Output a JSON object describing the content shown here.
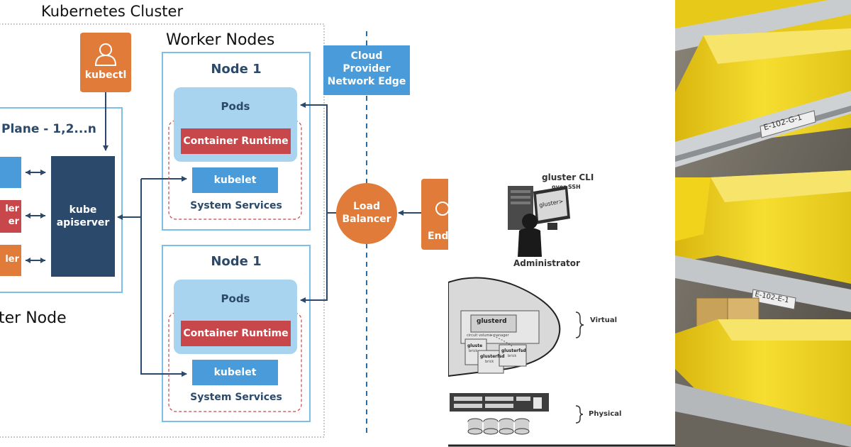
{
  "k8s": {
    "cluster_title": "Kubernetes Cluster",
    "worker_nodes_title": "Worker Nodes",
    "control_plane_title": "Plane - 1,2...n",
    "master_node_label": "ter Node",
    "kubectl_label": "kubectl",
    "apiserver_label_1": "kube",
    "apiserver_label_2": "apiserver",
    "cp_item_2_line1": "ler",
    "cp_item_2_line2": "er",
    "cp_item_3": "ler",
    "cloud_edge_line1": "Cloud",
    "cloud_edge_line2": "Provider",
    "cloud_edge_line3": "Network Edge",
    "load_balancer_line1": "Load",
    "load_balancer_line2": "Balancer",
    "end_user_label": "End",
    "nodes": [
      {
        "title": "Node 1",
        "pods": "Pods",
        "runtime": "Container Runtime",
        "kubelet": "kubelet",
        "services": "System Services"
      },
      {
        "title": "Node 1",
        "pods": "Pods",
        "runtime": "Container Runtime",
        "kubelet": "kubelet",
        "services": "System Services"
      }
    ],
    "colors": {
      "orange": "#e07b39",
      "navy": "#2b4a6b",
      "light_blue": "#a8d4ef",
      "blue": "#4a9bd9",
      "red": "#c8474a",
      "outline": "#7bbfe6"
    }
  },
  "gluster": {
    "cli_line1": "gluster CLI",
    "cli_line2": "over SSH",
    "terminal_prompt": "gluster>",
    "admin_label": "Administrator",
    "glusterd_label": "glusterd",
    "glusterd_sub": "circuit volume manager",
    "brick_labels": [
      "gluste",
      "glusterfsd",
      "glusterfsd"
    ],
    "brick_sub_labels": [
      "brick",
      "brick",
      "brick"
    ],
    "virtual_label": "Virtual",
    "physical_label": "Physical"
  },
  "photo": {
    "bin_labels": [
      "E-102-G-1",
      "E-102-E-1"
    ],
    "colors": {
      "bin_yellow": "#f2d31b",
      "shelf": "#b9bcbf"
    }
  }
}
